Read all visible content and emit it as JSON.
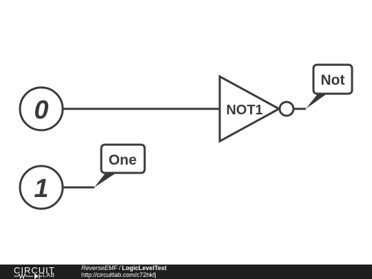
{
  "diagram": {
    "inputs": [
      {
        "value": "0"
      },
      {
        "value": "1"
      }
    ],
    "gate": {
      "label": "NOT1"
    },
    "net_labels": [
      {
        "text": "Not"
      },
      {
        "text": "One"
      }
    ],
    "colors": {
      "stroke": "#3a3a3a",
      "background": "#ffffff"
    }
  },
  "footer": {
    "logo_top": "CIRCUIT",
    "logo_bottom": "LAB",
    "user": "ReverseEMF",
    "separator": "/",
    "title": "LogicLevelTest",
    "url": "http://circuitlab.com/c72hkfj"
  }
}
